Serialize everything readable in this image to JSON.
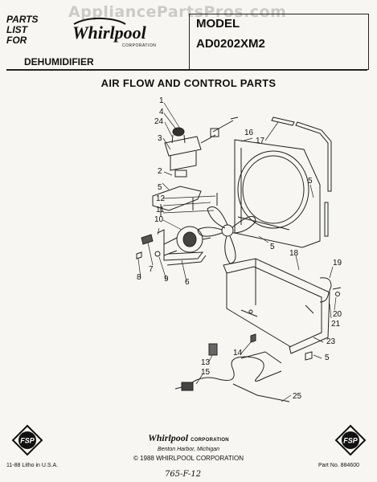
{
  "watermark": "AppliancePartsPros.com",
  "header": {
    "parts_list_lines": [
      "PARTS",
      "LIST",
      "FOR"
    ],
    "brand": "Whirlpool",
    "brand_sub": "CORPORATION",
    "product": "DEHUMIDIFIER",
    "model_label": "MODEL",
    "model_number": "AD0202XM2"
  },
  "section_title": "AIR FLOW AND CONTROL PARTS",
  "callouts": [
    "1",
    "4",
    "24",
    "3",
    "2",
    "12",
    "5",
    "11",
    "10",
    "7",
    "8",
    "9",
    "6",
    "16",
    "17",
    "5",
    "5",
    "18",
    "19",
    "20",
    "21",
    "23",
    "5",
    "13",
    "14",
    "15",
    "25"
  ],
  "footer": {
    "brand": "Whirlpool",
    "brand_corp": "CORPORATION",
    "city": "Benton Harbor, Michigan",
    "copyright": "© 1988 WHIRLPOOL CORPORATION",
    "print_note": "11-88 Litho in U.S.A.",
    "part_number": "Part No. 884600",
    "handwritten": "765-F-12",
    "fsp_logo_text": "FSP"
  }
}
